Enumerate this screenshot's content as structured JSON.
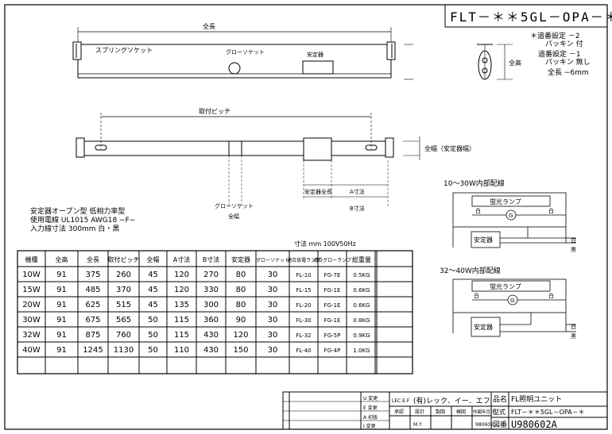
{
  "header": {
    "model_code": "FLT－＊＊5GL－OPA－＊",
    "options": [
      "＊追番設定 －2",
      "　パッキン 付",
      "追番設定 －1",
      "　パッキン 無し",
      "全長 −6mm"
    ]
  },
  "top_view": {
    "overall_length_label": "全長",
    "spring_socket_label": "スプリングソケット",
    "glow_socket_label": "グローソケット",
    "ballast_label": "安定器",
    "height_label": "全高"
  },
  "mid_view": {
    "mount_pitch_label": "取付ピッチ",
    "width_label": "全幅（安定器幅）",
    "ballast_length_label": "安定器全長",
    "a_dim_label": "A寸法",
    "b_dim_label": "B寸法",
    "glow_socket_label": "グローソケット",
    "glow_socket_sub": "全幅"
  },
  "notes": [
    "安定器オープン型 低相力率型",
    "使用電線 UL1015 AWG18 −F−",
    "入力線寸法 300mm 白・黒"
  ],
  "units_note": "寸法 mm 100V50Hz",
  "table": {
    "headers": [
      "機種",
      "全高",
      "全長",
      "取付ピッチ",
      "全幅",
      "A寸法",
      "B寸法",
      "安定器",
      "グローソケット",
      "適合放電ランプ",
      "適合グローランプ",
      "総重量"
    ],
    "rows": [
      [
        "10W",
        "91",
        "375",
        "260",
        "45",
        "120",
        "270",
        "80",
        "30",
        "FL-10",
        "FG-7E",
        "0.5KG"
      ],
      [
        "15W",
        "91",
        "485",
        "370",
        "45",
        "120",
        "330",
        "80",
        "30",
        "FL-15",
        "FG-1E",
        "0.6KG"
      ],
      [
        "20W",
        "91",
        "625",
        "515",
        "45",
        "135",
        "300",
        "80",
        "30",
        "FL-20",
        "FG-1E",
        "0.6KG"
      ],
      [
        "30W",
        "91",
        "675",
        "565",
        "50",
        "115",
        "360",
        "90",
        "30",
        "FL-30",
        "FG-1E",
        "0.8KG"
      ],
      [
        "32W",
        "91",
        "875",
        "760",
        "50",
        "115",
        "430",
        "120",
        "30",
        "FL-32",
        "FG-5P",
        "0.9KG"
      ],
      [
        "40W",
        "91",
        "1245",
        "1130",
        "50",
        "110",
        "430",
        "150",
        "30",
        "FL-40",
        "FG-4P",
        "1.0KG"
      ]
    ]
  },
  "wiring": [
    {
      "title": "10～30W内部配線",
      "lamp": "蛍光ランプ",
      "ballast": "安定器",
      "glow": "G",
      "white": "白",
      "black": "黒"
    },
    {
      "title": "32～40W内部配線",
      "lamp": "蛍光ランプ",
      "ballast": "安定器",
      "glow": "G",
      "white": "白",
      "black": "黒"
    }
  ],
  "title_block": {
    "revisions": [
      "U 変更",
      "E 変更",
      "A 初版",
      "I 変更"
    ],
    "company_logo": "LEC.E.F",
    "company": "(有)レック．イー．エフ",
    "signoffs": [
      "承認",
      "設計",
      "製図",
      "検図",
      "作図年月日"
    ],
    "draw_date": "980602",
    "designer": "M.Y",
    "name_label": "品名",
    "name_value": "FL照明ユニット",
    "model_label": "型式",
    "model_value": "FLT－＊＊5GL－OPA－＊",
    "number_label": "図番",
    "number_value": "U980602A"
  }
}
